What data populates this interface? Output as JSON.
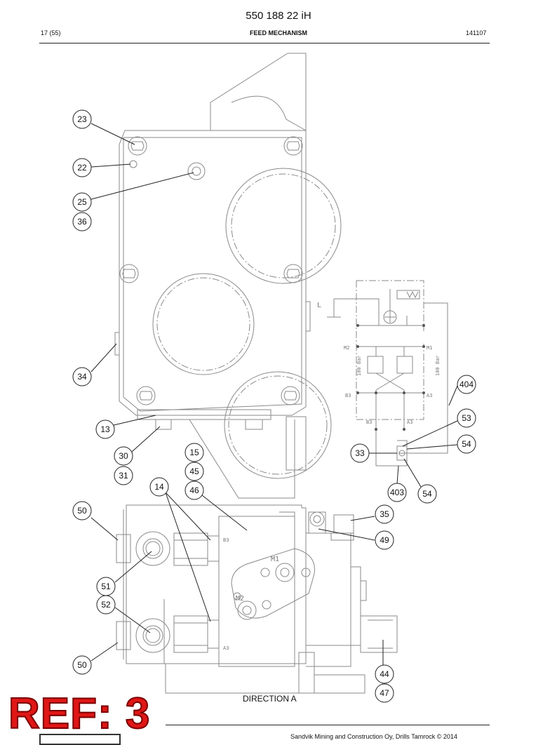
{
  "header": {
    "part_number": "550 188 22 iH",
    "page": "17 (55)",
    "title": "FEED MECHANISM",
    "date": "141107"
  },
  "diagram": {
    "view_label": "DIRECTION A",
    "callouts": [
      "23",
      "22",
      "25",
      "36",
      "34",
      "13",
      "30",
      "31",
      "15",
      "45",
      "46",
      "14",
      "50",
      "51",
      "52",
      "50",
      "35",
      "49",
      "44",
      "47",
      "404",
      "53",
      "54",
      "33",
      "403",
      "54"
    ],
    "hydraulic_labels": {
      "l": "L",
      "m2": "M2",
      "m1": "M1",
      "pressure_left": "100 Bar",
      "pressure_right": "100 Bar",
      "b3": "B3",
      "a3": "A3",
      "b3_lower": "B3",
      "a3_lower": "A3"
    },
    "block_labels": {
      "b3": "B3",
      "a3": "A3",
      "m1": "M1",
      "m2": "M2"
    }
  },
  "stamp": {
    "text": "REF: 3"
  },
  "footer": {
    "copyright": "Sandvik Mining and Construction Oy, Drills Tamrock © 2014"
  }
}
